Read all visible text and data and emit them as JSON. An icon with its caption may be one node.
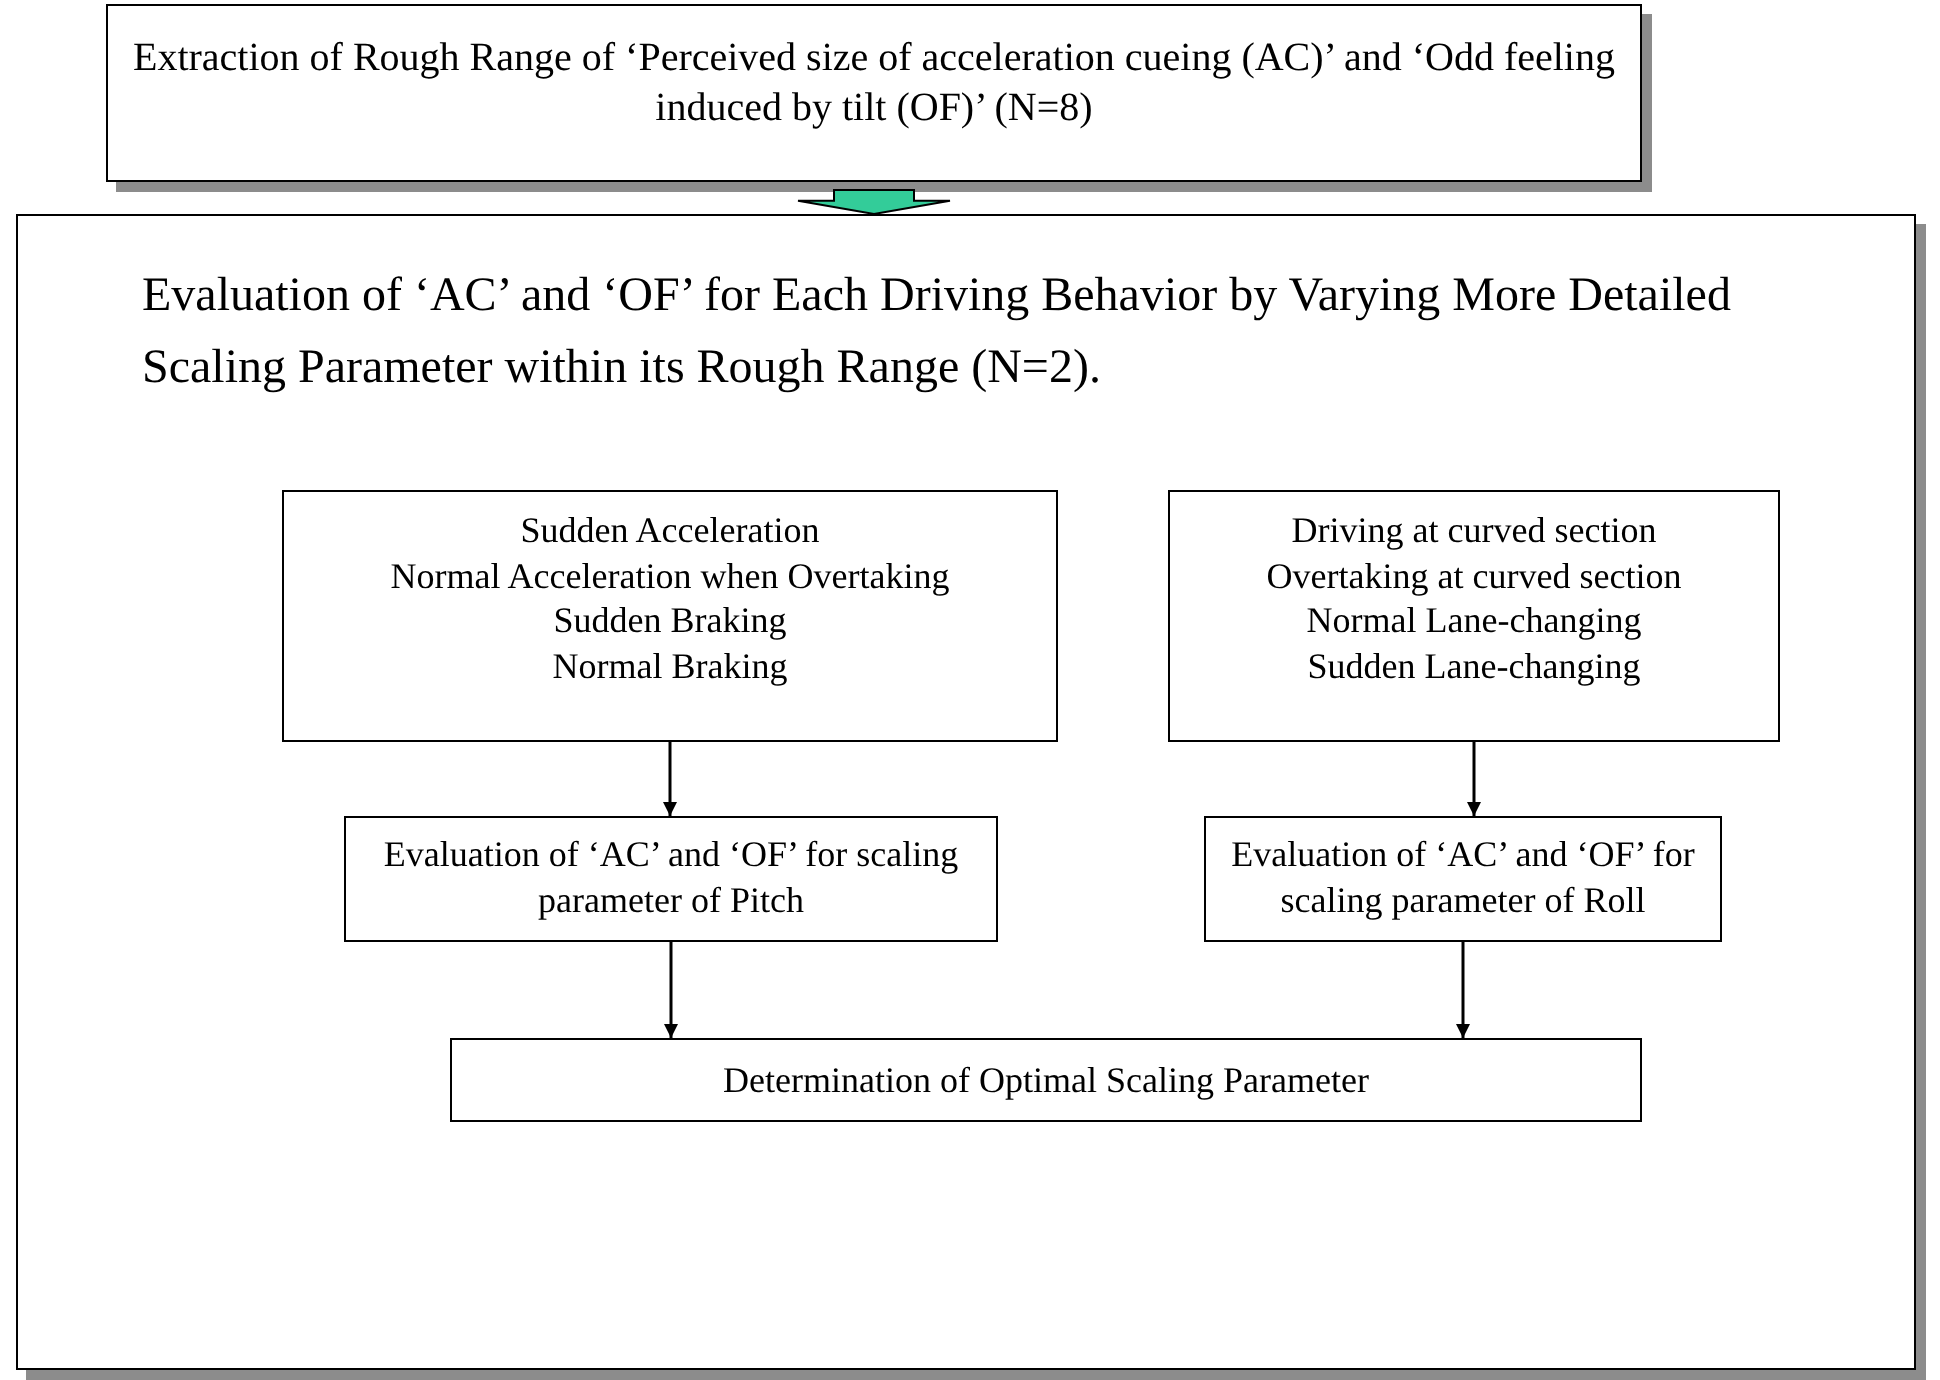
{
  "diagram": {
    "nodes": [
      {
        "text": [
          "Extraction of Rough Range of ‘Perceived size of acceleration cueing (AC)’ and ‘Odd feeling induced by tilt (OF)’ (N=8)"
        ]
      },
      {
        "text": [
          "Evaluation of ‘AC’ and ‘OF’ for Each Driving Behavior by Varying More Detailed Scaling Parameter within its Rough Range (N=2)."
        ]
      },
      {
        "text": [
          "Sudden Acceleration",
          "Normal Acceleration when Overtaking",
          "Sudden Braking",
          "Normal Braking"
        ],
        "in": 1
      },
      {
        "text": [
          "Driving at curved section",
          "Overtaking at curved section",
          "Normal Lane-changing",
          "Sudden Lane-changing"
        ],
        "in": 1
      },
      {
        "text": [
          "Evaluation of ‘AC’ and ‘OF’ for scaling parameter of Pitch"
        ],
        "in": 1
      },
      {
        "text": [
          "Evaluation of ‘AC’ and ‘OF’ for scaling parameter of Roll"
        ],
        "in": 1
      },
      {
        "text": [
          "Determination of Optimal Scaling Parameter"
        ],
        "in": 1
      }
    ],
    "edges": [
      {
        "from": 0,
        "to": 1,
        "arrow": "to",
        "style": "thick",
        "color": "#33cc99"
      },
      {
        "from": 2,
        "to": 4,
        "arrow": "to"
      },
      {
        "from": 3,
        "to": 5,
        "arrow": "to"
      },
      {
        "from": 4,
        "to": 6,
        "arrow": "to"
      },
      {
        "from": 5,
        "to": 6,
        "arrow": "to"
      }
    ]
  }
}
